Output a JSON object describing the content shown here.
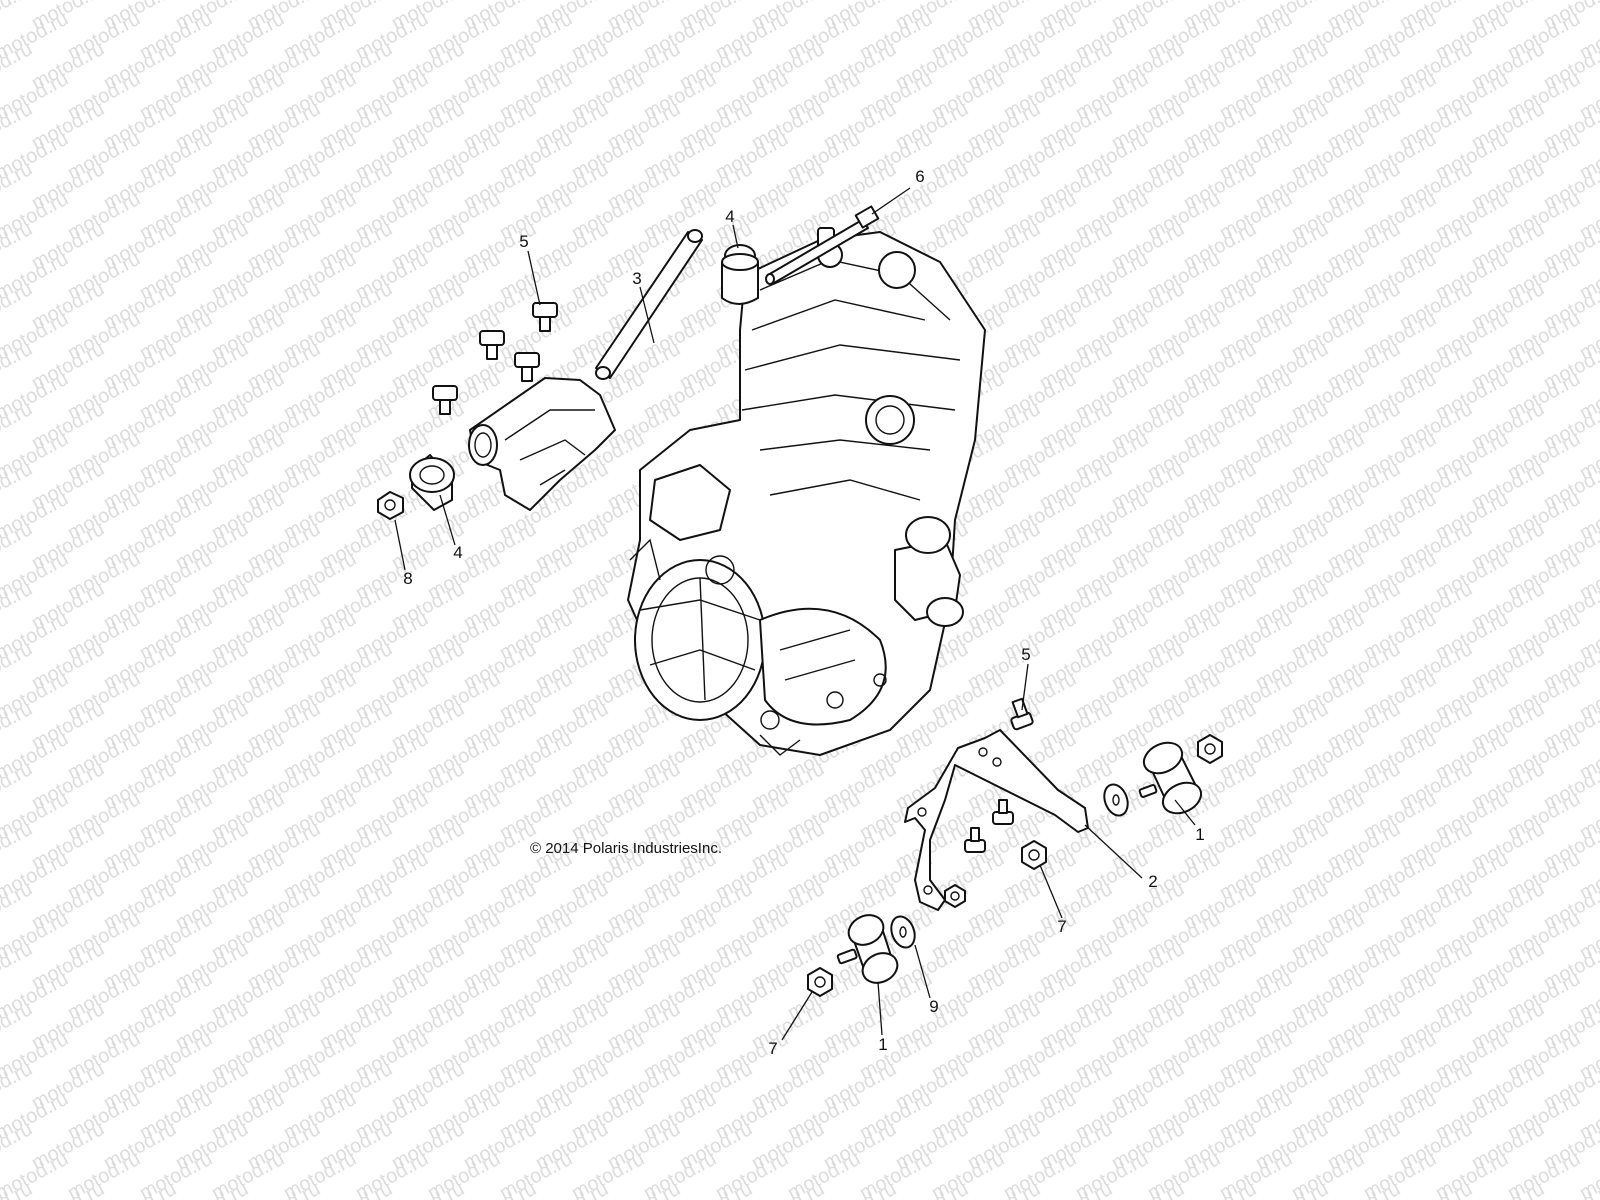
{
  "watermark": "motod.ru",
  "copyright": "© 2014 Polaris IndustriesInc.",
  "callouts": {
    "c1a": "1",
    "c1b": "1",
    "c2": "2",
    "c3": "3",
    "c4a": "4",
    "c4b": "4",
    "c5a": "5",
    "c5b": "5",
    "c6": "6",
    "c7a": "7",
    "c7b": "7",
    "c8": "8",
    "c9": "9"
  },
  "colors": {
    "line": "#111111",
    "watermark": "#dcdcdc",
    "background": "#ffffff"
  }
}
